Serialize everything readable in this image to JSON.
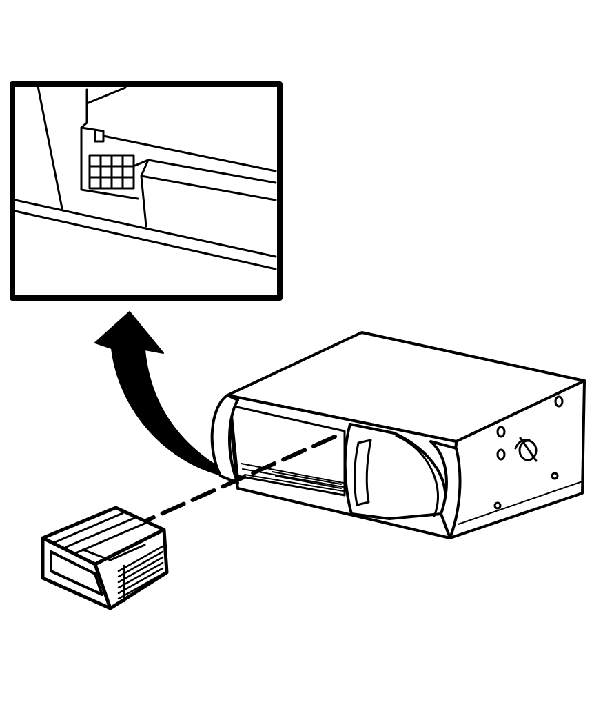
{
  "diagram": {
    "kind": "line-art service illustration",
    "parts": [
      "detail-inset",
      "connector",
      "curved-arrow",
      "disc-changer-unit",
      "disc-magazine",
      "insertion-path"
    ]
  },
  "colors": {
    "ink": "#000000",
    "paper": "#ffffff"
  }
}
